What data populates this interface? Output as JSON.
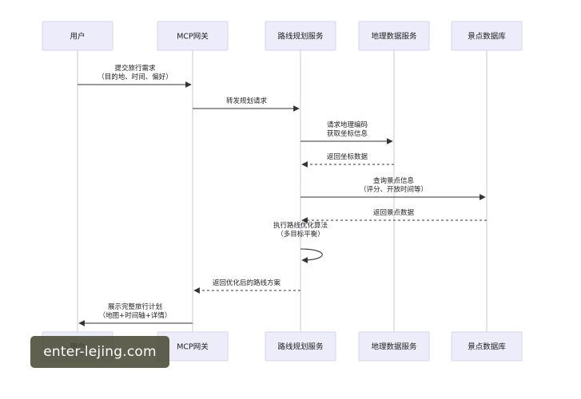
{
  "participants": [
    {
      "id": "user",
      "label": "用户"
    },
    {
      "id": "gateway",
      "label": "MCP网关"
    },
    {
      "id": "route",
      "label": "路线规划服务"
    },
    {
      "id": "geo",
      "label": "地理数据服务"
    },
    {
      "id": "poi",
      "label": "景点数据库"
    }
  ],
  "messages": [
    {
      "from": "user",
      "to": "gateway",
      "lines": [
        "提交旅行需求",
        "（目的地、时间、偏好）"
      ],
      "style": "solid"
    },
    {
      "from": "gateway",
      "to": "route",
      "lines": [
        "转发规划请求"
      ],
      "style": "solid"
    },
    {
      "from": "route",
      "to": "geo",
      "lines": [
        "请求地理编码",
        "获取坐标信息"
      ],
      "style": "solid"
    },
    {
      "from": "geo",
      "to": "route",
      "lines": [
        "返回坐标数据"
      ],
      "style": "dashed"
    },
    {
      "from": "route",
      "to": "poi",
      "lines": [
        "查询景点信息",
        "（评分、开放时间等）"
      ],
      "style": "solid"
    },
    {
      "from": "poi",
      "to": "route",
      "lines": [
        "返回景点数据"
      ],
      "style": "dashed"
    },
    {
      "from": "route",
      "to": "route",
      "lines": [
        "执行路线优化算法",
        "（多目标平衡）"
      ],
      "style": "solid"
    },
    {
      "from": "route",
      "to": "gateway",
      "lines": [
        "返回优化后的路线方案"
      ],
      "style": "dashed"
    },
    {
      "from": "gateway",
      "to": "user",
      "lines": [
        "展示完整旅行计划",
        "（地图+时间轴+详情）"
      ],
      "style": "solid"
    }
  ],
  "watermark": {
    "text": "enter-lejing.com"
  }
}
